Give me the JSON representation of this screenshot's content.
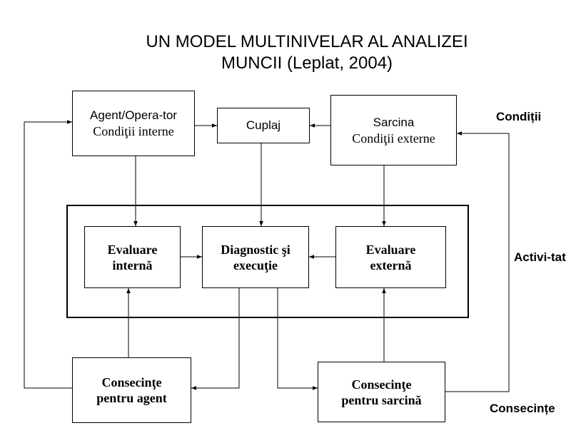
{
  "title": {
    "line1": "UN MODEL MULTINIVELAR AL ANALIZEI",
    "line2": "MUNCII (Leplat, 2004)"
  },
  "boxes": {
    "agent": {
      "line1": "Agent/Opera-tor",
      "line2": "Condiţii interne"
    },
    "cuplaj": {
      "label": "Cuplaj"
    },
    "sarcina": {
      "line1": "Sarcina",
      "line2": "Condiţii externe"
    },
    "evaluare_interna": {
      "line1": "Evaluare",
      "line2": "internă"
    },
    "diagnostic": {
      "line1": "Diagnostic şi",
      "line2": "execuţie"
    },
    "evaluare_externa": {
      "line1": "Evaluare",
      "line2": "externă"
    },
    "consecinte_agent": {
      "line1": "Consecinţe",
      "line2": "pentru agent"
    },
    "consecinte_sarcina": {
      "line1": "Consecinţe",
      "line2": "pentru sarcină"
    }
  },
  "side_labels": {
    "conditii": "Condiții",
    "activitate": "Activi-tat",
    "consecinte": "Consecințe"
  }
}
